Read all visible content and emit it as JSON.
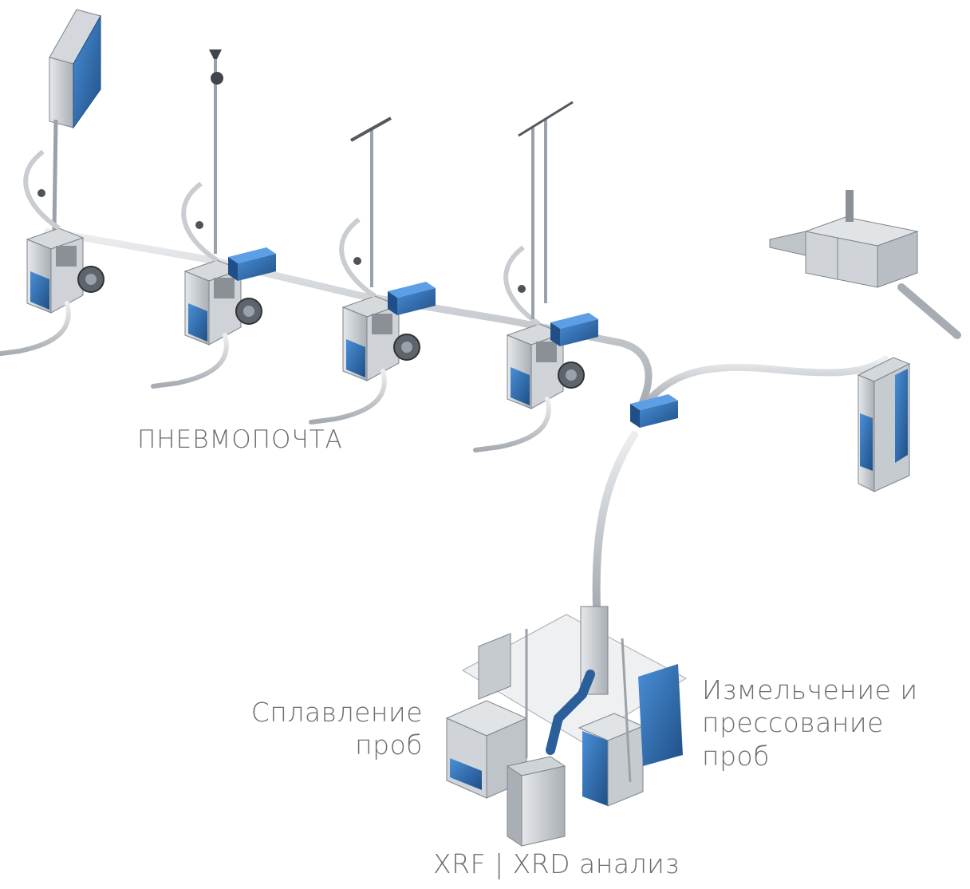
{
  "labels": {
    "pneumatic_post": "ПНЕВМОПОЧТА",
    "fusion_line1": "Сплавление",
    "fusion_line2": "проб",
    "grinding_line1": "Измельчение и",
    "grinding_line2": "прессование",
    "grinding_line3": "проб",
    "analysis": "XRF | XRD анализ"
  },
  "colors": {
    "equipment_blue": "#2f6fb5",
    "equipment_blue_dark": "#1f4f86",
    "frame_grey": "#9ea4aa",
    "tube_grey": "#c9cdd1",
    "label_grey": "#6d6d6d"
  }
}
